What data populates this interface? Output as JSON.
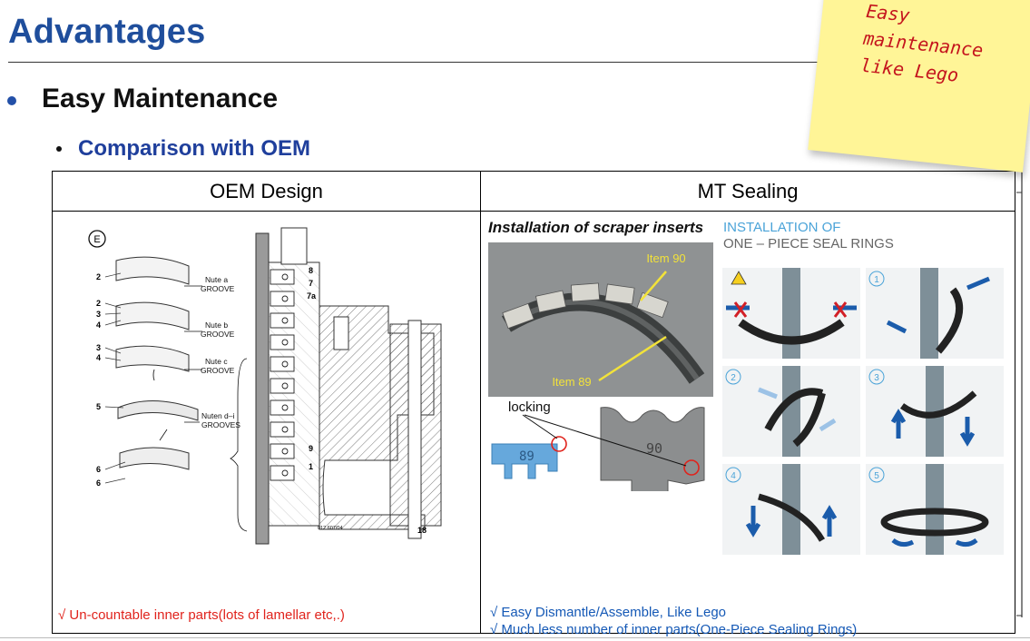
{
  "slide": {
    "title": "Advantages",
    "bullet_1": "Easy Maintenance",
    "bullet_2": "Comparison with OEM"
  },
  "sticky_note": {
    "lines": [
      "Easy",
      "maintenance",
      "like Lego"
    ],
    "color": "#fff597",
    "text_color": "#c4141d"
  },
  "table": {
    "headers": [
      "OEM Design",
      "MT Sealing"
    ],
    "oem": {
      "drawing_marker": "E",
      "labels": {
        "groove_a": [
          "Nute a",
          "GROOVE"
        ],
        "groove_b": [
          "Nute b",
          "GROOVE"
        ],
        "groove_c": [
          "Nute c",
          "GROOVE"
        ],
        "groove_d": [
          "Nuten d–i",
          "GROOVES"
        ],
        "left_numbers": [
          "2",
          "2",
          "3",
          "4",
          "3",
          "4",
          "5",
          "6",
          "6"
        ],
        "right_numbers": [
          "8",
          "7",
          "7a",
          "9",
          "1",
          "18"
        ],
        "drawing_code": "012.607/04"
      },
      "caption": "√ Un-countable inner parts(lots of lamellar etc,.)"
    },
    "mt": {
      "scraper_title": "Installation of scraper inserts",
      "install_title_1": "INSTALLATION OF",
      "install_title_2": "ONE – PIECE SEAL RINGS",
      "item_90": "Item 90",
      "item_89": "Item 89",
      "locking": "locking",
      "part_89": "89",
      "part_90": "90",
      "steps": [
        "1",
        "2",
        "3",
        "4",
        "5"
      ],
      "caption_1": "√ Easy Dismantle/Assemble, Like Lego",
      "caption_2": "√ Much less number of inner parts(One-Piece Sealing Rings)"
    }
  },
  "colors": {
    "title_blue": "#1f4e9c",
    "caption_red": "#e0231c",
    "caption_blue": "#1559b6",
    "install_blue": "#4aa3d8"
  }
}
